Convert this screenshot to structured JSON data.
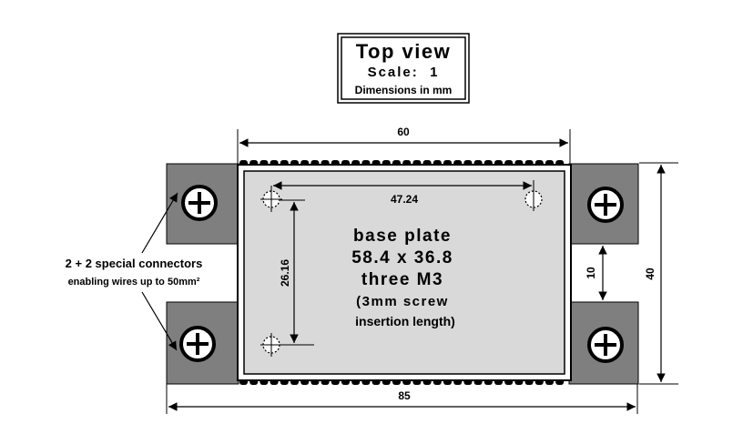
{
  "title_box": {
    "title": "Top view",
    "scale": "Scale:  1",
    "units": "Dimensions in mm"
  },
  "dimensions": {
    "overall_width": "60",
    "hole_spacing_x": "47.24",
    "hole_spacing_y": "26.16",
    "connector_gap": "10",
    "total_height": "40",
    "total_length": "85"
  },
  "base_plate": {
    "line1": "base plate",
    "line2": "58.4 x 36.8",
    "line3": "three M3",
    "line4": "(3mm screw",
    "line5": "insertion length)"
  },
  "connectors_note": {
    "line1": "2 + 2 special connectors",
    "line2": "enabling wires up to 50mm²"
  },
  "colors": {
    "connector_fill": "#7f7f7f",
    "plate_fill": "#d9d9d9",
    "body_fill": "#ffffff",
    "outline": "#000000"
  }
}
